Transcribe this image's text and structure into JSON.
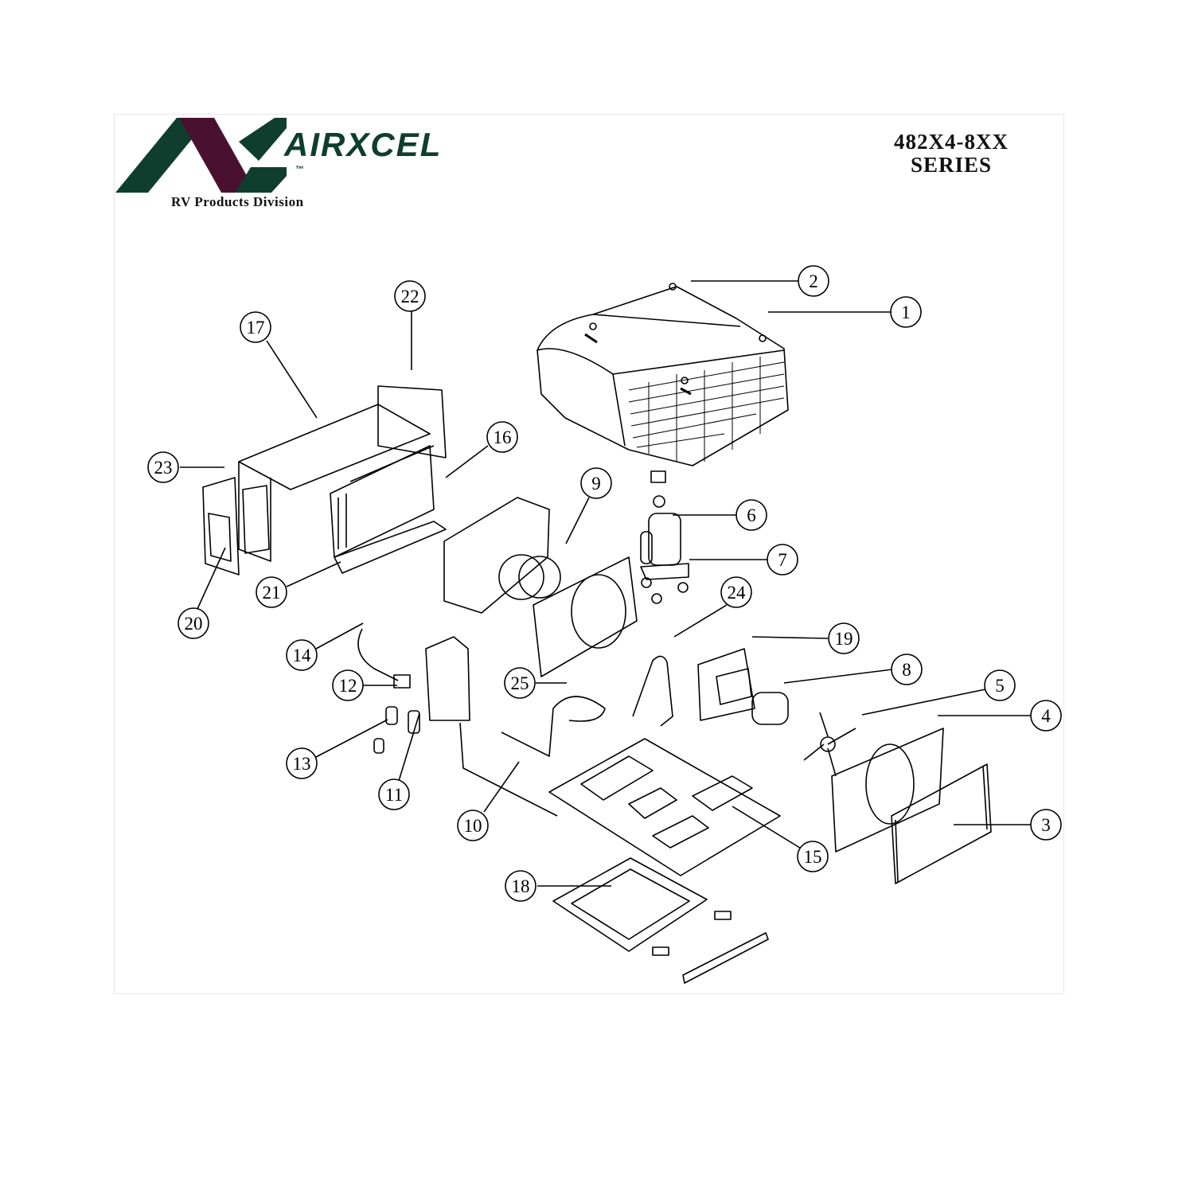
{
  "header": {
    "brand_name": "AIRXCEL",
    "trademark": "™",
    "division": "RV Products Division",
    "series_line1": "482X4-8XX",
    "series_line2": "SERIES"
  },
  "colors": {
    "logo_green": "#0f3d2e",
    "logo_maroon": "#4a1030",
    "line": "#000000"
  },
  "callouts": [
    "1",
    "2",
    "3",
    "4",
    "5",
    "6",
    "7",
    "8",
    "9",
    "10",
    "11",
    "12",
    "13",
    "14",
    "15",
    "16",
    "17",
    "18",
    "19",
    "20",
    "21",
    "22",
    "23",
    "24",
    "25"
  ]
}
